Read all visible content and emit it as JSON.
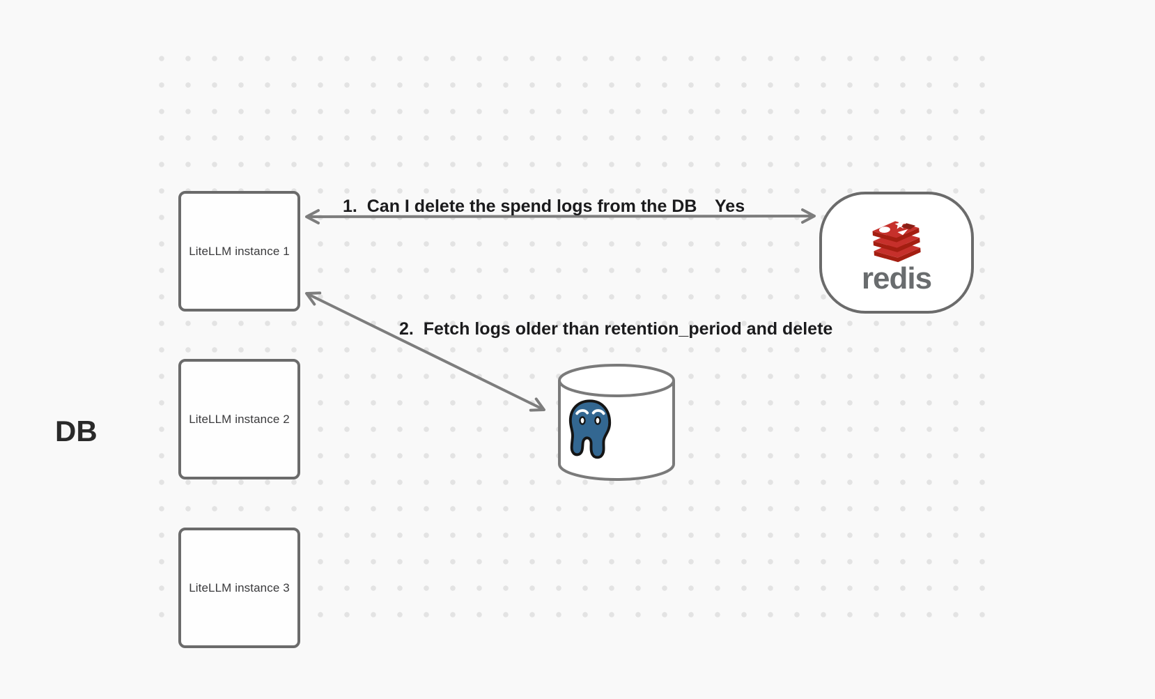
{
  "diagram": {
    "background_color": "#f9f9f9",
    "dot_color": "#e3e3e3",
    "nodes": {
      "instances": [
        {
          "label": "LiteLLM instance 1"
        },
        {
          "label": "LiteLLM instance 2"
        },
        {
          "label": "LiteLLM instance 3"
        }
      ],
      "redis": {
        "wordmark": "redis",
        "icon": "redis-stack-logo",
        "logo_red": "#c6302b",
        "logo_red_dark": "#a41e11",
        "wordmark_color": "#696c6e"
      },
      "db": {
        "label": "DB",
        "icon": "postgresql-elephant-logo",
        "postgres_blue": "#336791"
      }
    },
    "edges": [
      {
        "from": "LiteLLM instance 1",
        "to": "redis",
        "direction": "both",
        "label": "1.  Can I delete the spend logs from the DB",
        "response": "Yes"
      },
      {
        "from": "LiteLLM instance 1",
        "to": "DB",
        "direction": "both",
        "label": "2.  Fetch logs older than retention_period and delete"
      }
    ],
    "stroke_colors": {
      "node_border": "#6b6b6b",
      "arrow": "#7d7d7d",
      "label_text": "#1b1b1d"
    }
  }
}
